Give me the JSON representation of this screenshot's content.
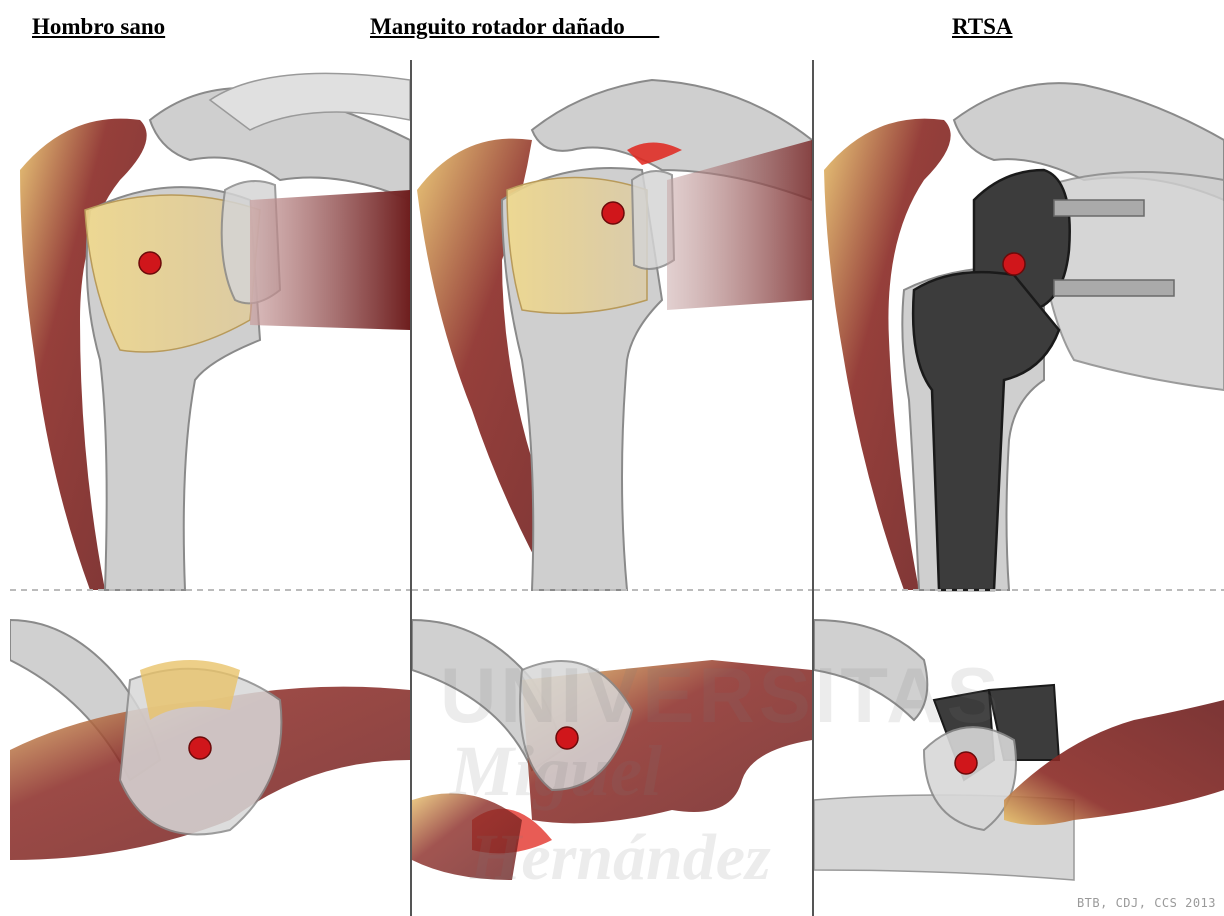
{
  "columns": [
    {
      "title": "Hombro sano"
    },
    {
      "title": "Manguito rotador dañado      "
    },
    {
      "title": "RTSA"
    }
  ],
  "credit": "BTB, CDJ, CCS 2013",
  "watermark": {
    "line1": "UNIVERSITAS",
    "line2": "Miguel",
    "line3": "Hernández"
  },
  "colors": {
    "bone": "#cfcfcf",
    "bone_outline": "#8a8a8a",
    "muscle_dark": "#7a2323",
    "tendon_yellow": "#e8c46a",
    "implant": "#3c3c3c",
    "center_dot": "#d0161b",
    "tear_red": "#e0251c"
  }
}
